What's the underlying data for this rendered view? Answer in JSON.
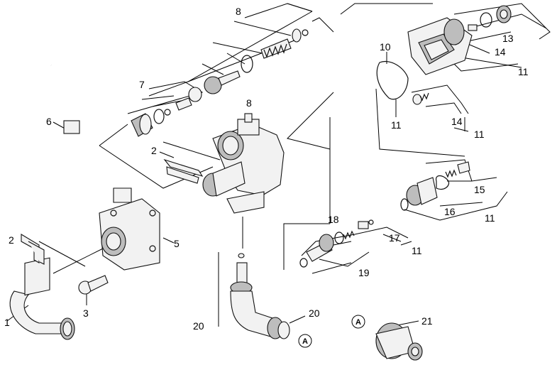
{
  "labels": {
    "p1": "1",
    "p2a": "2",
    "p2b": "2",
    "p3": "3",
    "p5": "5",
    "p6": "6",
    "p7": "7",
    "p8a": "8",
    "p8b": "8",
    "p10": "10",
    "p11a": "11",
    "p11b": "11",
    "p11c": "11",
    "p11d": "11",
    "p11e": "11",
    "p13": "13",
    "p14a": "14",
    "p14b": "14",
    "p15": "15",
    "p16": "16",
    "p17": "17",
    "p18": "18",
    "p19": "19",
    "p20a": "20",
    "p20b": "20",
    "p21": "21"
  },
  "markers": {
    "a1": "A",
    "a2": "A"
  }
}
